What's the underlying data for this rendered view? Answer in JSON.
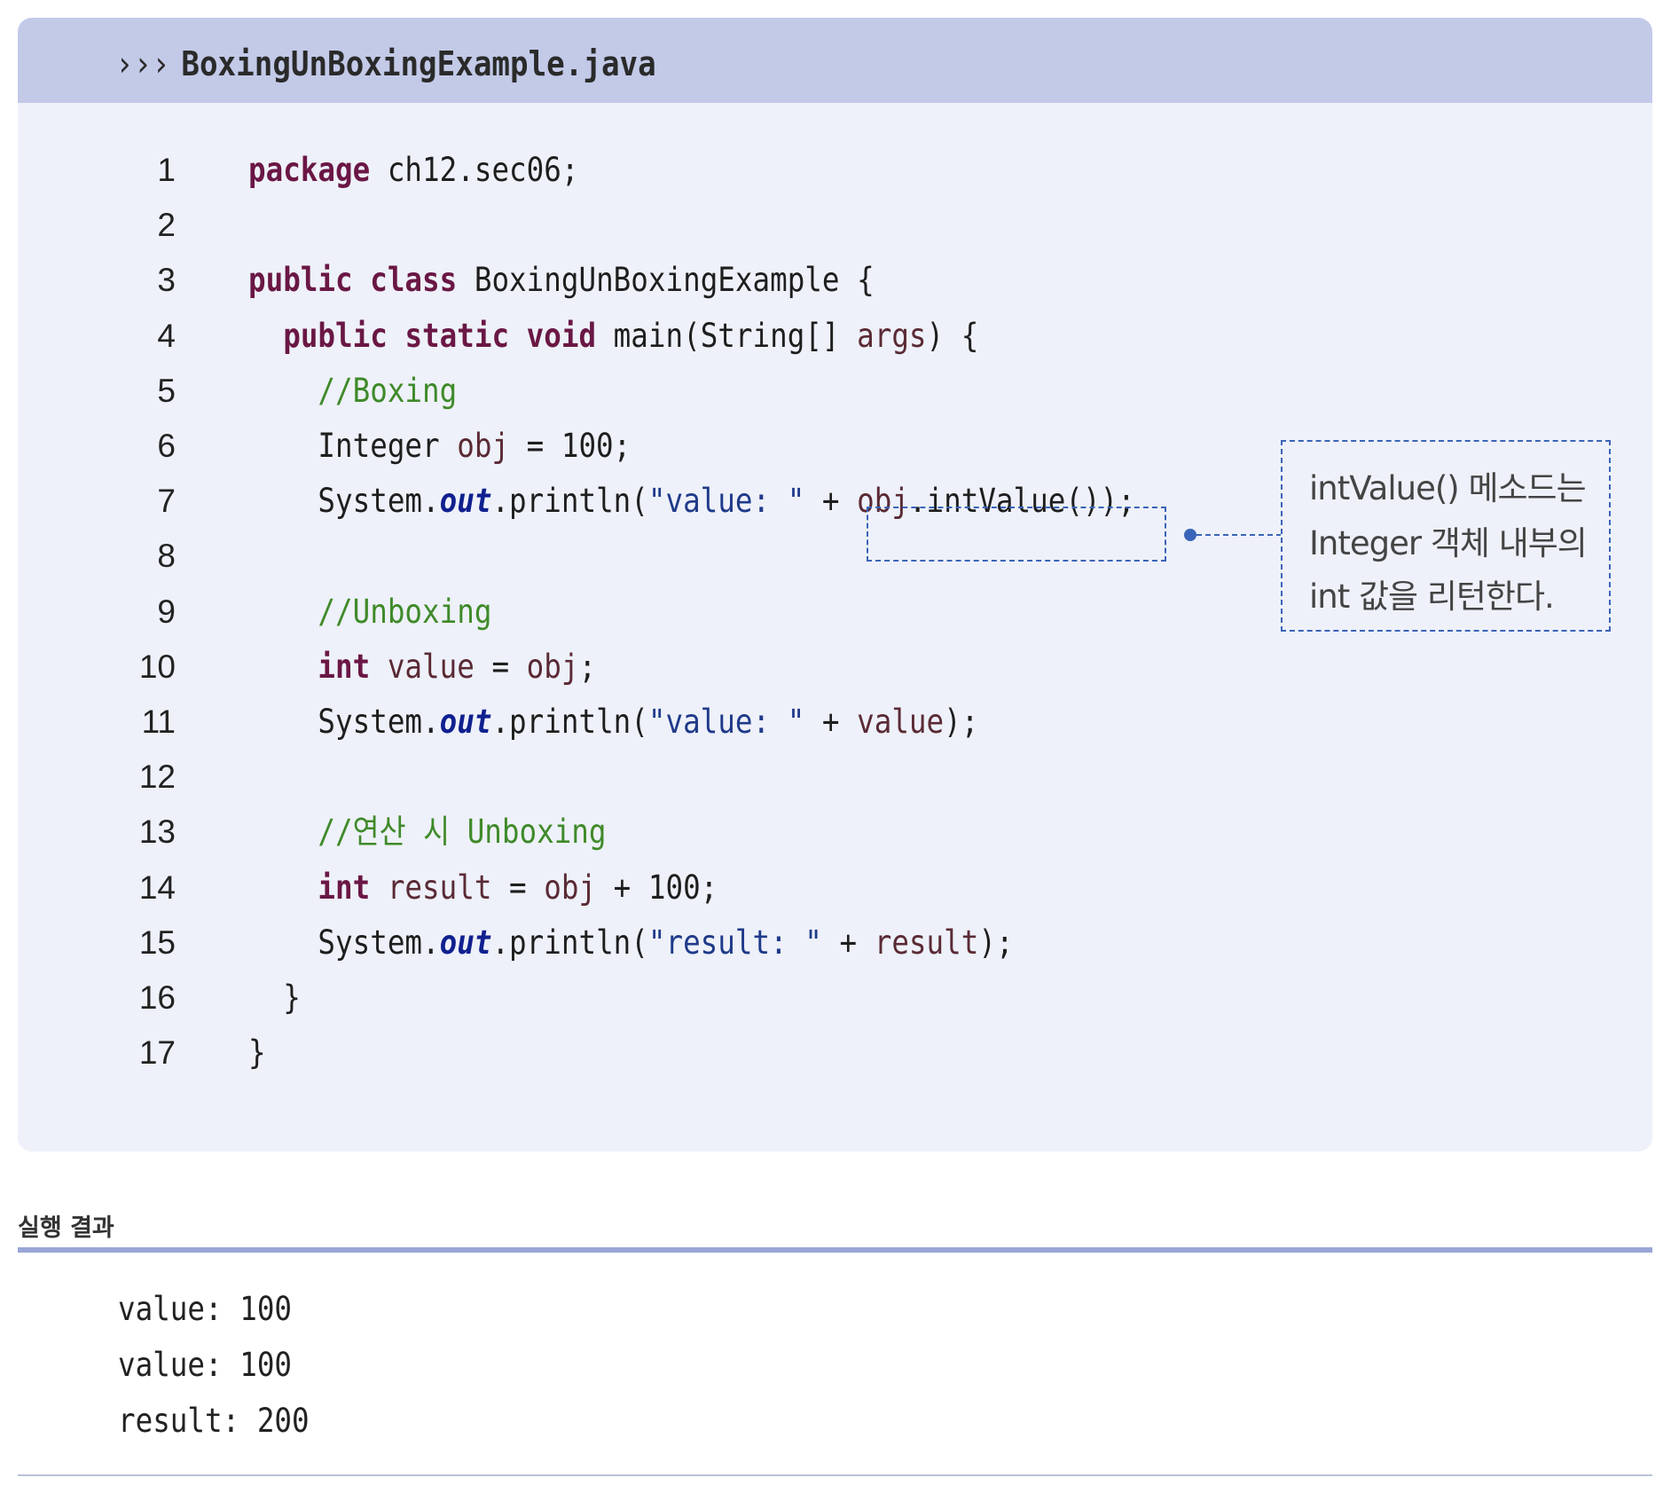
{
  "header": {
    "prompt_icon": "›››",
    "file_name": "BoxingUnBoxingExample.java"
  },
  "code_lines": [
    {
      "no": "1",
      "tokens": [
        {
          "t": "package",
          "c": "kw"
        },
        {
          "t": " ch12.sec06;",
          "c": ""
        }
      ]
    },
    {
      "no": "2",
      "tokens": []
    },
    {
      "no": "3",
      "tokens": [
        {
          "t": "public",
          "c": "kw"
        },
        {
          "t": " ",
          "c": ""
        },
        {
          "t": "class",
          "c": "kw"
        },
        {
          "t": " BoxingUnBoxingExample {",
          "c": ""
        }
      ]
    },
    {
      "no": "4",
      "tokens": [
        {
          "t": "  ",
          "c": ""
        },
        {
          "t": "public",
          "c": "kw"
        },
        {
          "t": " ",
          "c": ""
        },
        {
          "t": "static",
          "c": "kw"
        },
        {
          "t": " ",
          "c": ""
        },
        {
          "t": "void",
          "c": "kw"
        },
        {
          "t": " main(String[] ",
          "c": ""
        },
        {
          "t": "args",
          "c": "var"
        },
        {
          "t": ") {",
          "c": ""
        }
      ]
    },
    {
      "no": "5",
      "tokens": [
        {
          "t": "    ",
          "c": ""
        },
        {
          "t": "//Boxing",
          "c": "cm"
        }
      ]
    },
    {
      "no": "6",
      "tokens": [
        {
          "t": "    Integer ",
          "c": ""
        },
        {
          "t": "obj",
          "c": "var"
        },
        {
          "t": " = 100;",
          "c": ""
        }
      ]
    },
    {
      "no": "7",
      "tokens": [
        {
          "t": "    System.",
          "c": ""
        },
        {
          "t": "out",
          "c": "fld"
        },
        {
          "t": ".println(",
          "c": ""
        },
        {
          "t": "\"value: \"",
          "c": "st"
        },
        {
          "t": " + ",
          "c": ""
        },
        {
          "t": "obj",
          "c": "var"
        },
        {
          "t": ".intValue());",
          "c": ""
        }
      ]
    },
    {
      "no": "8",
      "tokens": []
    },
    {
      "no": "9",
      "tokens": [
        {
          "t": "    ",
          "c": ""
        },
        {
          "t": "//Unboxing",
          "c": "cm"
        }
      ]
    },
    {
      "no": "10",
      "tokens": [
        {
          "t": "    ",
          "c": ""
        },
        {
          "t": "int",
          "c": "kw"
        },
        {
          "t": " ",
          "c": ""
        },
        {
          "t": "value",
          "c": "var"
        },
        {
          "t": " = ",
          "c": ""
        },
        {
          "t": "obj",
          "c": "var"
        },
        {
          "t": ";",
          "c": ""
        }
      ]
    },
    {
      "no": "11",
      "tokens": [
        {
          "t": "    System.",
          "c": ""
        },
        {
          "t": "out",
          "c": "fld"
        },
        {
          "t": ".println(",
          "c": ""
        },
        {
          "t": "\"value: \"",
          "c": "st"
        },
        {
          "t": " + ",
          "c": ""
        },
        {
          "t": "value",
          "c": "var"
        },
        {
          "t": ");",
          "c": ""
        }
      ]
    },
    {
      "no": "12",
      "tokens": []
    },
    {
      "no": "13",
      "tokens": [
        {
          "t": "    ",
          "c": ""
        },
        {
          "t": "//연산 시 Unboxing",
          "c": "cm"
        }
      ]
    },
    {
      "no": "14",
      "tokens": [
        {
          "t": "    ",
          "c": ""
        },
        {
          "t": "int",
          "c": "kw"
        },
        {
          "t": " ",
          "c": ""
        },
        {
          "t": "result",
          "c": "var"
        },
        {
          "t": " = ",
          "c": ""
        },
        {
          "t": "obj",
          "c": "var"
        },
        {
          "t": " + 100;",
          "c": ""
        }
      ]
    },
    {
      "no": "15",
      "tokens": [
        {
          "t": "    System.",
          "c": ""
        },
        {
          "t": "out",
          "c": "fld"
        },
        {
          "t": ".println(",
          "c": ""
        },
        {
          "t": "\"result: \"",
          "c": "st"
        },
        {
          "t": " + ",
          "c": ""
        },
        {
          "t": "result",
          "c": "var"
        },
        {
          "t": ");",
          "c": ""
        }
      ]
    },
    {
      "no": "16",
      "tokens": [
        {
          "t": "  }",
          "c": ""
        }
      ]
    },
    {
      "no": "17",
      "tokens": [
        {
          "t": "}",
          "c": ""
        }
      ]
    }
  ],
  "annotation": {
    "lines": [
      "intValue() 메소드는",
      "Integer 객체 내부의",
      "int 값을 리턴한다."
    ]
  },
  "result": {
    "title": "실행 결과",
    "lines": [
      "value: 100",
      "value: 100",
      "result: 200"
    ]
  },
  "colors": {
    "header_bg": "#c3cae8",
    "body_bg": "#eef1f9",
    "keyword": "#6a1745",
    "comment": "#3f8a2a",
    "string": "#1f3a8a",
    "field": "#10208f",
    "variable": "#5a2a35",
    "annotation_border": "#3a64b8",
    "result_rule": "#99a6d6"
  }
}
